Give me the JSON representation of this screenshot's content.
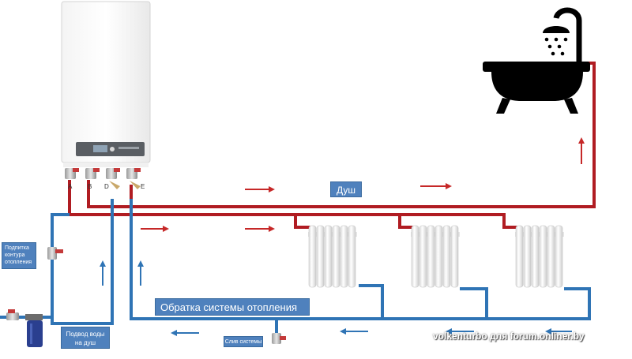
{
  "labels": {
    "shower": "Душ",
    "heating_return": "Обратка системы отопления",
    "circuit_feed": "Подпитка контура отопления",
    "shower_water_supply": "Подвод воды на душ",
    "system_drain": "Слив системы"
  },
  "boiler": {
    "ports": [
      "A",
      "B",
      "D",
      "E"
    ]
  },
  "watermark": "volkenturbo для forum.onliner.by",
  "colors": {
    "hot_pipe": "#b01c22",
    "cold_pipe": "#2f74b5",
    "label_bg": "#4f81bd",
    "label_text": "#ffffff",
    "valve_handle": "#c43a3a"
  },
  "icons": [
    "bathtub-shower-icon",
    "radiator-icon",
    "valve-icon",
    "filter-icon",
    "flow-arrow-icon"
  ]
}
